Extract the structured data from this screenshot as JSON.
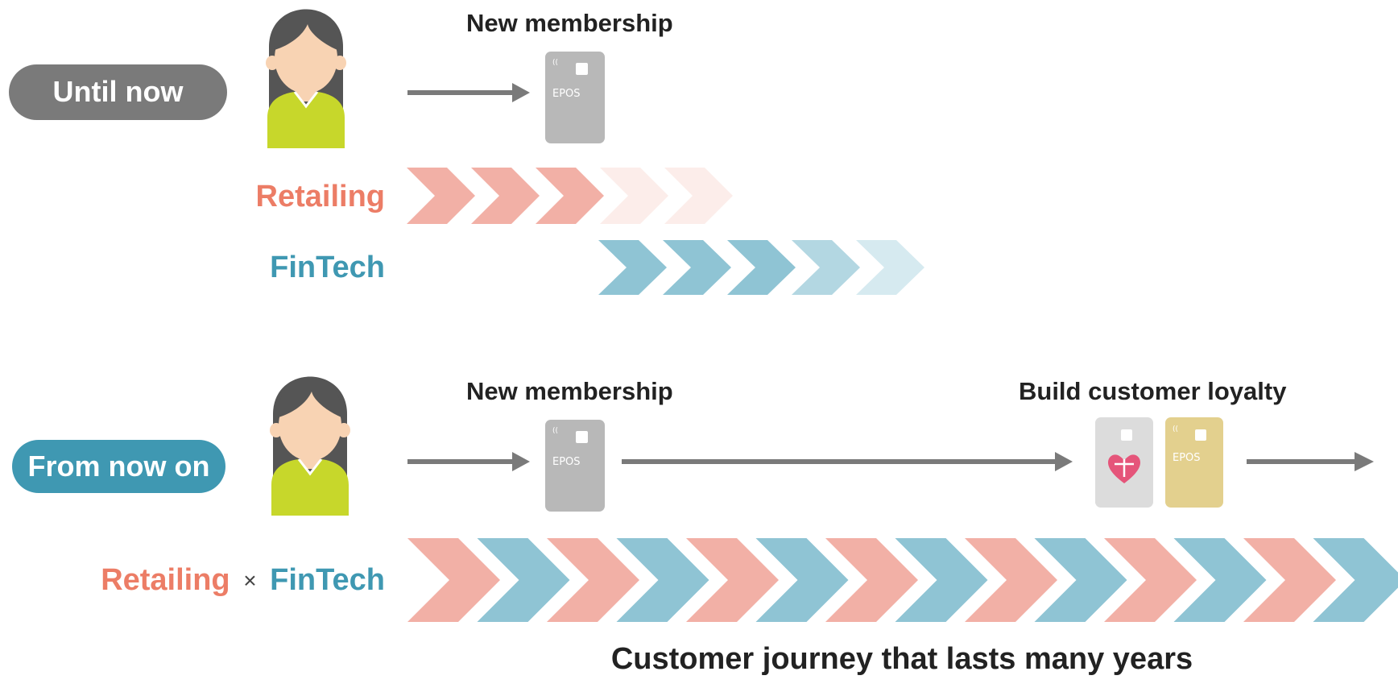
{
  "until_now": {
    "badge": "Until now",
    "new_membership": "New membership",
    "retailing_label": "Retailing",
    "fintech_label": "FinTech"
  },
  "from_now_on": {
    "badge": "From now on",
    "new_membership": "New membership",
    "build_loyalty": "Build customer loyalty",
    "combined_retailing": "Retailing",
    "combined_times": "×",
    "combined_fintech": "FinTech"
  },
  "card_brand": "EPOS",
  "footer_caption": "Customer journey that lasts many years",
  "colors": {
    "retail": "#F2B0A6",
    "retail_faded": "#FCEDEA",
    "fintech": "#8FC4D4",
    "fintech_light": "#B3D7E2",
    "fintech_faded": "#D6EAF0",
    "retail_text": "#EC7D66",
    "fintech_text": "#3F98B2",
    "badge_gray": "#7A7A7A",
    "badge_teal": "#3F98B2",
    "arrow_gray": "#7A7A7A",
    "card_gray": "#B8B8B8",
    "card_light": "#DCDCDC",
    "card_gold": "#E3D08E",
    "shirt": "#C7D72B",
    "skin": "#F8D3B3",
    "hair": "#555555",
    "heart": "#E5557A"
  }
}
